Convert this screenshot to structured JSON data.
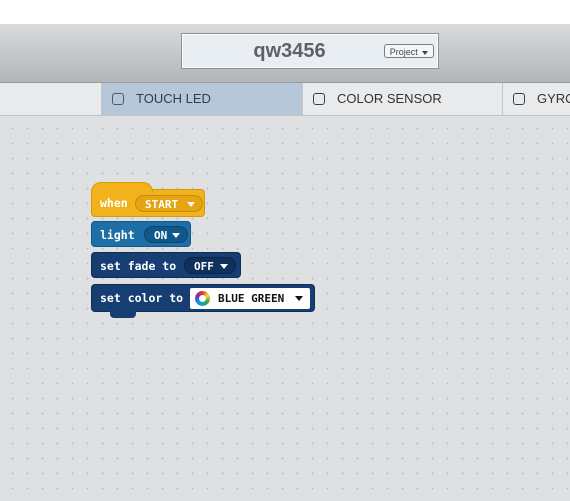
{
  "header": {
    "project_title": "qw3456",
    "project_button_label": "Project"
  },
  "tabs": [
    {
      "label": "TOUCH LED",
      "icon": "led-icon",
      "active": true
    },
    {
      "label": "COLOR SENSOR",
      "icon": "sensor-icon",
      "active": false
    },
    {
      "label": "GYRO",
      "icon": "gyro-icon",
      "active": false
    }
  ],
  "blocks": {
    "when": {
      "keyword": "when",
      "value": "START"
    },
    "light": {
      "keyword": "light",
      "value": "ON"
    },
    "fade": {
      "keyword": "set fade to",
      "value": "OFF"
    },
    "color": {
      "keyword": "set color to",
      "value": "BLUE GREEN"
    }
  },
  "colors": {
    "event_block": "#f1b21b",
    "light_block": "#1e6fa6",
    "action_block": "#163e73",
    "active_tab": "#b5c7d9"
  }
}
